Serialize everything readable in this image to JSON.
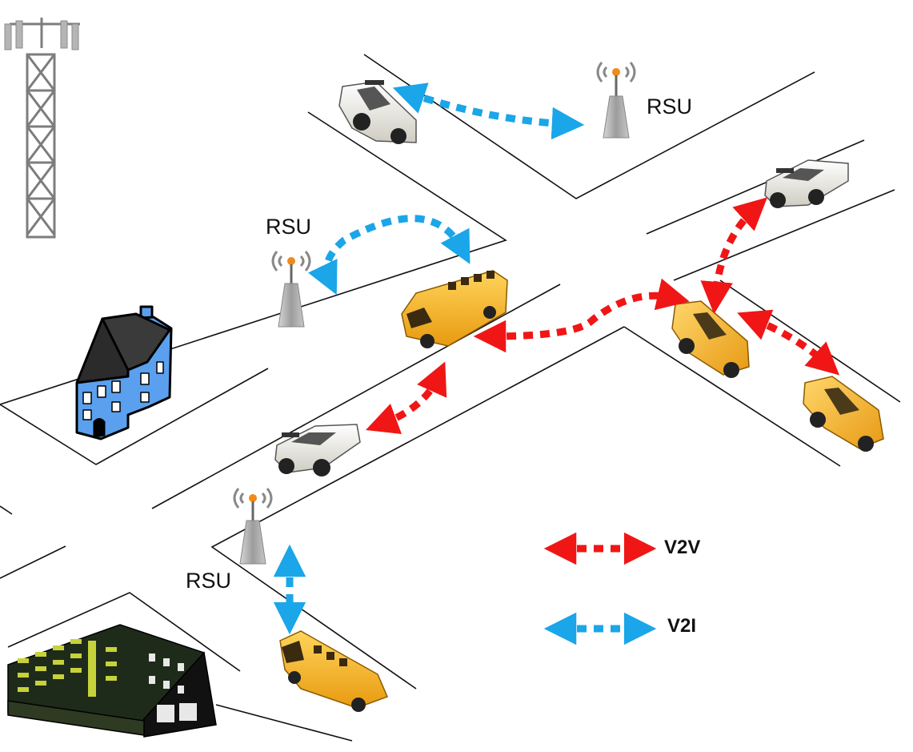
{
  "labels": {
    "rsu_top": "RSU",
    "rsu_mid": "RSU",
    "rsu_bottom": "RSU"
  },
  "legend": {
    "v2v_label": "V2V",
    "v2i_label": "V2I"
  },
  "colors": {
    "v2v": "#f01616",
    "v2i": "#1aa6e8",
    "road_line": "#111111",
    "bus": "#f7b21b",
    "taxi": "#f6b125",
    "police_car": "#ecebe4",
    "house_wall": "#5aa0ee",
    "house_roof": "#2b2b2b",
    "office_wall": "#1f2b1a",
    "office_window": "#c6d23a",
    "tower": "#8a8a8a",
    "rsu_body": "#a8a8a8"
  },
  "icons": [
    "cell-tower-icon",
    "rsu-antenna-icon",
    "police-car-icon",
    "school-bus-icon",
    "taxi-icon",
    "house-icon",
    "office-building-icon"
  ]
}
